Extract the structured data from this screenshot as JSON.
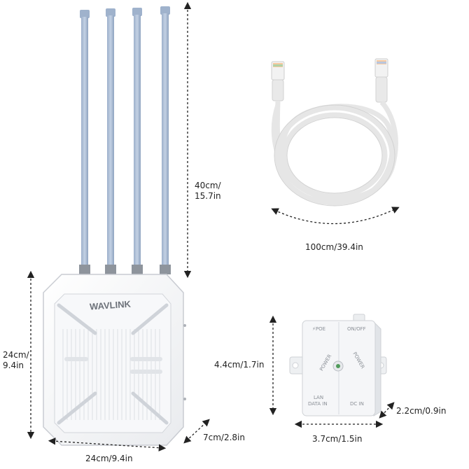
{
  "colors": {
    "antenna": "#aebfd6",
    "antenna_shade": "#8fa3c0",
    "device_body": "#f4f5f7",
    "device_edge": "#c9ccd2",
    "cable": "#e6e6e6",
    "dimension_line": "#222222"
  },
  "router": {
    "brand": "WAVLINK",
    "antenna_count": 4
  },
  "dimensions": {
    "antenna_height": [
      "40cm/",
      "15.7in"
    ],
    "router_height": [
      "24cm/",
      "9.4in"
    ],
    "router_width": "24cm/9.4in",
    "router_depth": "7cm/2.8in",
    "cable_length": "100cm/39.4in",
    "poe_height": "4.4cm/1.7in",
    "poe_width": "3.7cm/1.5in",
    "poe_depth": "2.2cm/0.9in"
  },
  "poe_injector": {
    "label_poe": "⚡POE",
    "label_onoff": "ON/OFF",
    "label_power": "POWER",
    "label_lan": [
      "LAN",
      "DATA IN"
    ],
    "label_dc": "DC IN"
  }
}
